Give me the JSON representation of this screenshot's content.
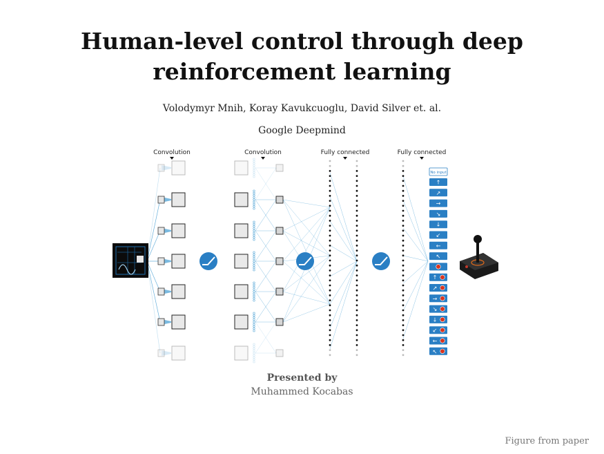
{
  "slide": {
    "title_line1": "Human-level control through deep",
    "title_line2": "reinforcement learning",
    "authors": "Volodymyr Mnih, Koray Kavukcuoglu, David Silver et. al.",
    "affiliation": "Google Deepmind",
    "presented_by": "Presented by",
    "presenter": "Muhammed Kocabas",
    "figure_credit": "Figure from paper"
  },
  "figure": {
    "layer_labels": [
      "Convolution",
      "Convolution",
      "Fully connected",
      "Fully connected"
    ],
    "output_header": "No input",
    "output_actions": [
      "↑",
      "↗",
      "→",
      "↘",
      "↓",
      "↙",
      "←",
      "↖",
      "●",
      "↑●",
      "↗●",
      "→●",
      "↘●",
      "↓●",
      "↙●",
      "←●",
      "↖●"
    ],
    "icons": [
      "game-screen-icon",
      "rectifier-icon",
      "rectifier-icon",
      "rectifier-icon",
      "joystick-icon"
    ],
    "colors": {
      "accent": "#2a7fc4",
      "line": "#5aa9d8",
      "node": "#111111",
      "fire": "#d9341f"
    }
  }
}
